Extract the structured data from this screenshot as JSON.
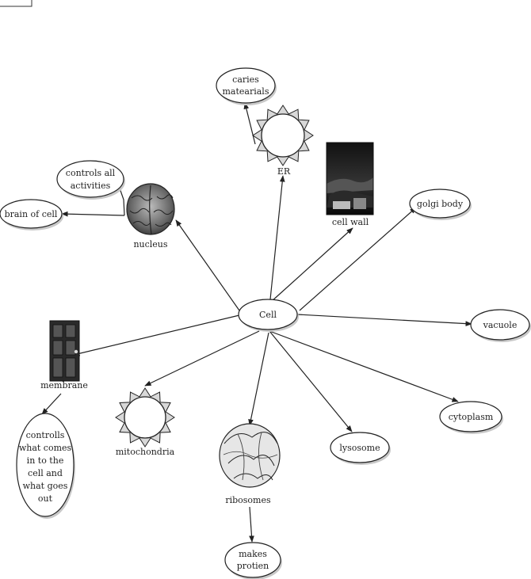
{
  "center": {
    "label": "Cell"
  },
  "nodes": {
    "caries": [
      "caries",
      "matearials"
    ],
    "controls_all": [
      "controls all",
      "activities"
    ],
    "brain": [
      "brain of cell"
    ],
    "golgi": [
      "golgi body"
    ],
    "vacuole": [
      "vacuole"
    ],
    "cytoplasm": [
      "cytoplasm"
    ],
    "lysosome": [
      "lysosome"
    ],
    "makes_protien": [
      "makes",
      "protien"
    ],
    "controlls": [
      "controlls",
      "what comes",
      "in to the",
      "cell and",
      "what goes",
      "out"
    ]
  },
  "captions": {
    "er": "ER",
    "cell_wall": "cell wall",
    "nucleus": "nucleus",
    "membrane": "membrane",
    "mitochondria": "mitochondria",
    "ribosomes": "ribosomes"
  },
  "colors": {
    "stroke": "#222222",
    "oval_fill": "#ffffff",
    "shadow": "#c8c8c8"
  }
}
